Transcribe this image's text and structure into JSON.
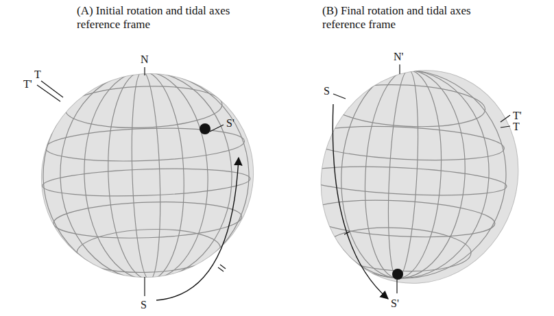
{
  "diagram": {
    "labels": [
      "(A) Initial rotation and tidal axes reference frame",
      "(B) Final rotation and tidal axes reference frame",
      "N",
      "T",
      "T'",
      "S'",
      "S",
      "N'",
      "T'",
      "T",
      "S",
      "S'"
    ]
  }
}
